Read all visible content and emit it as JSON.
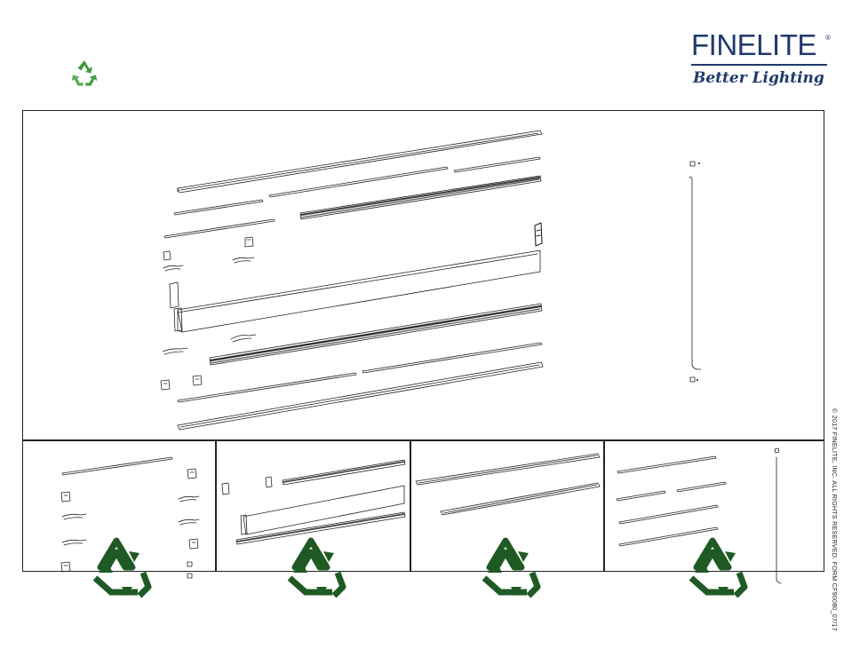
{
  "brand": {
    "name": "FINELITE",
    "registered": "®",
    "tagline": "Better Lighting"
  },
  "copyright": "© 2017 FINELITE, INC. ALL RIGHTS RESERVED. FORM CF90080_07/17",
  "colors": {
    "brand_blue": "#1f3a6b",
    "recycle_green": "#2e7d32",
    "recycle_dark_green": "#1b5e20",
    "line": "#222222"
  },
  "icons": {
    "top": "recycle-icon",
    "panels": [
      "recycle-icon",
      "recycle-icon",
      "recycle-icon",
      "recycle-icon"
    ]
  }
}
